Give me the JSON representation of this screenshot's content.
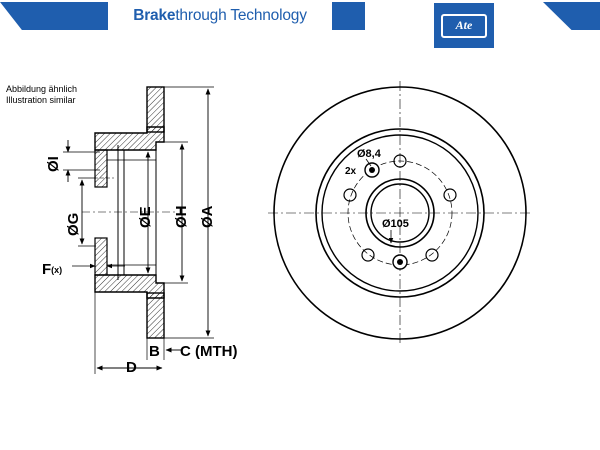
{
  "header": {
    "title_bold": "Brake",
    "title_rest": "through Technology",
    "logo_text": "Ate"
  },
  "notes": {
    "line1": "Abbildung ähnlich",
    "line2": "Illustration similar"
  },
  "labels": {
    "I": "ØI",
    "G": "ØG",
    "E": "ØE",
    "H": "ØH",
    "A": "ØA",
    "F": "F",
    "F_sup": "(x)",
    "B": "B",
    "C": "C (MTH)",
    "D": "D",
    "hole_dia": "Ø8,4",
    "hole_count": "2x",
    "pcd": "Ø105"
  }
}
